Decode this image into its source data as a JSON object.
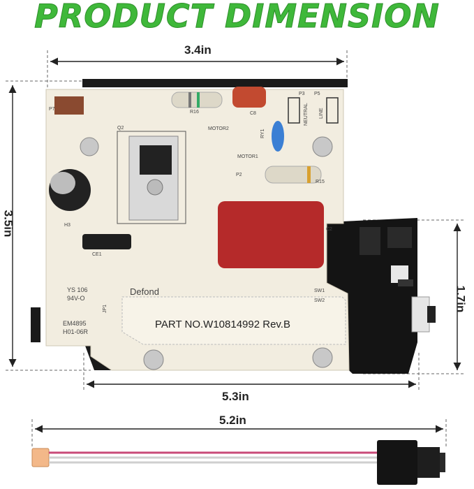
{
  "title": "PRODUCT DIMENSION",
  "dimensions": {
    "top_width": "3.4in",
    "left_height": "3.5in",
    "right_height": "1.7in",
    "bottom_width": "5.3in",
    "cable_length": "5.2in"
  },
  "board_labels": {
    "brand": "Defond",
    "part_number": "PART NO.W10814992 Rev.B",
    "ys": "YS 106",
    "rating": "94V-O",
    "em": "EM4895",
    "h01": "H01-06R",
    "jp1": "JP1",
    "p7": "P7",
    "q2": "Q2",
    "r16": "R16",
    "c8": "C8",
    "motor2": "MOTOR2",
    "motor1": "MOTOR1",
    "p2": "P2",
    "p3": "P3",
    "p5": "P5",
    "neutral": "NEUTRAL",
    "line": "LINE",
    "ry1": "RY1",
    "r15": "R15",
    "h3": "H3",
    "ce1": "CE1",
    "c2": "C2",
    "sw1": "SW1",
    "sw2": "SW2"
  },
  "colors": {
    "title_green": "#3fb83a",
    "board": "#f2ede0",
    "capacitor_red": "#b52a2a",
    "housing_black": "#141414"
  }
}
